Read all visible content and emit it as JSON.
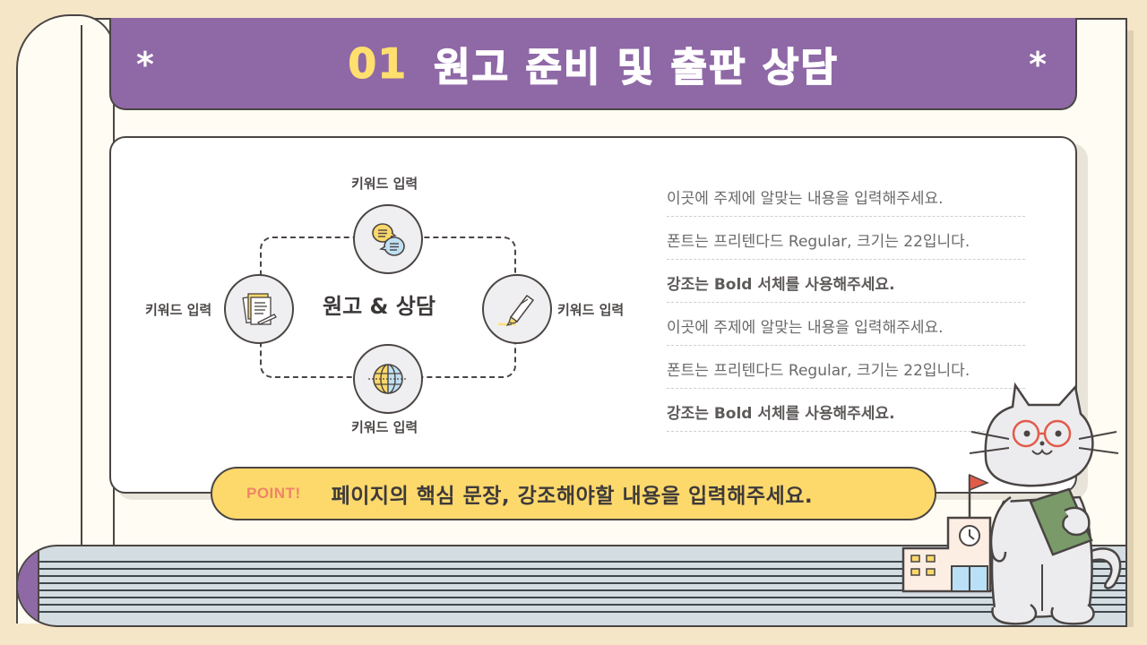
{
  "title_bar": {
    "number": "01",
    "title": "원고 준비 및 출판 상담",
    "decoration_left": "*",
    "decoration_right": "*"
  },
  "diagram": {
    "center_label": "원고 & 상담",
    "nodes": [
      {
        "position": "top",
        "label": "키워드 입력",
        "icon": "speech-bubbles-icon"
      },
      {
        "position": "left",
        "label": "키워드 입력",
        "icon": "document-pen-icon"
      },
      {
        "position": "right",
        "label": "키워드 입력",
        "icon": "highlighter-icon"
      },
      {
        "position": "bottom",
        "label": "키워드 입력",
        "icon": "globe-icon"
      }
    ]
  },
  "text_list": [
    {
      "text": "이곳에 주제에 알맞는 내용을 입력해주세요.",
      "bold": false
    },
    {
      "text": "폰트는 프리텐다드 Regular, 크기는 22입니다.",
      "bold": false
    },
    {
      "text": "강조는 Bold 서체를 사용해주세요.",
      "bold": true
    },
    {
      "text": "이곳에 주제에 알맞는 내용을 입력해주세요.",
      "bold": false
    },
    {
      "text": "폰트는 프리텐다드 Regular, 크기는 22입니다.",
      "bold": false
    },
    {
      "text": "강조는 Bold 서체를 사용해주세요.",
      "bold": true
    }
  ],
  "point_banner": {
    "label": "POINT!",
    "text": "페이지의 핵심 문장, 강조해야할 내용을 입력해주세요."
  },
  "illustration": {
    "subject": "cat-with-glasses-holding-book",
    "background": "school-building-with-flag-and-clock"
  },
  "colors": {
    "background": "#f5e6c8",
    "page": "#fffdf3",
    "accent_purple": "#8f68a6",
    "accent_yellow": "#fdd96c",
    "title_number": "#ffdf6e",
    "point_label": "#f08466",
    "outline": "#4a4543",
    "page_stack": "#d3dde2"
  }
}
